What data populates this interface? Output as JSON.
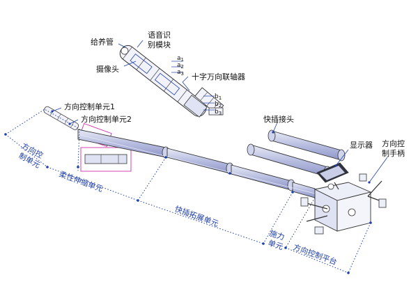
{
  "labels": {
    "feed_tube": "给养管",
    "voice_module_l1": "语音识",
    "voice_module_l2": "别模块",
    "camera": "摄像头",
    "cross_joint": "十字万向联轴器",
    "dir_ctrl_1": "方向控制单元1",
    "dir_ctrl_2": "方向控制单元2",
    "quick_connector": "快插接头",
    "display": "显示器",
    "dir_handle_l1": "方向控",
    "dir_handle_l2": "制手柄"
  },
  "unit_labels": {
    "dir_unit_l1": "方向控",
    "dir_unit_l2": "制单元",
    "flex_unit": "柔性伸缩单元",
    "quick_ext_unit": "快插拓展单元",
    "force_unit_l1": "施力",
    "force_unit_l2": "单元",
    "platform": "方向控制平台"
  },
  "points": {
    "a1": "a",
    "a1_sub": "1",
    "a2": "a",
    "a2_sub": "2",
    "a3": "a",
    "a3_sub": "3",
    "b1": "b",
    "b1_sub": "1",
    "b2": "b",
    "b2_sub": "2",
    "b3": "b",
    "b3_sub": "3"
  },
  "colors": {
    "tube_outline": "#333333",
    "tube_fill": "#c8cce8",
    "label_blue": "#1f3fa8",
    "dotted_line": "#1f3fa8",
    "magenta_box": "#d02fa8"
  }
}
